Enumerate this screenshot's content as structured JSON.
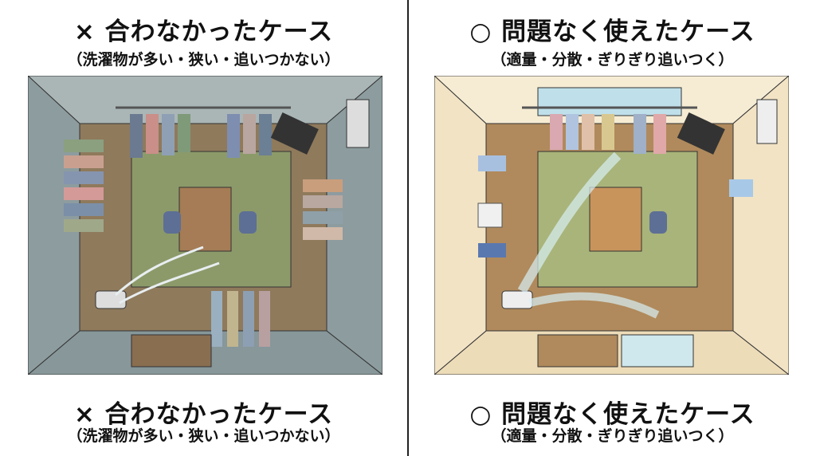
{
  "bad_case": {
    "title": "× 合わなかったケース",
    "subtitle": "（洗濯物が多い・狭い・追いつかない）",
    "bottom_title": "× 合わなかったケース",
    "bottom_subtitle": "（洗濯物が多い・狭い・追いつかない）",
    "wall_color": "#8e9ea3",
    "floor_color": "#9a8060"
  },
  "good_case": {
    "title": "○ 問題なく使えたケース",
    "subtitle": "（適量・分散・ぎりぎり追いつく）",
    "bottom_title": "○ 問題なく使えたケース",
    "bottom_subtitle": "（適量・分散・ぎりぎり追いつく）",
    "wall_color": "#f3e6c8",
    "floor_color": "#b08a5c"
  }
}
